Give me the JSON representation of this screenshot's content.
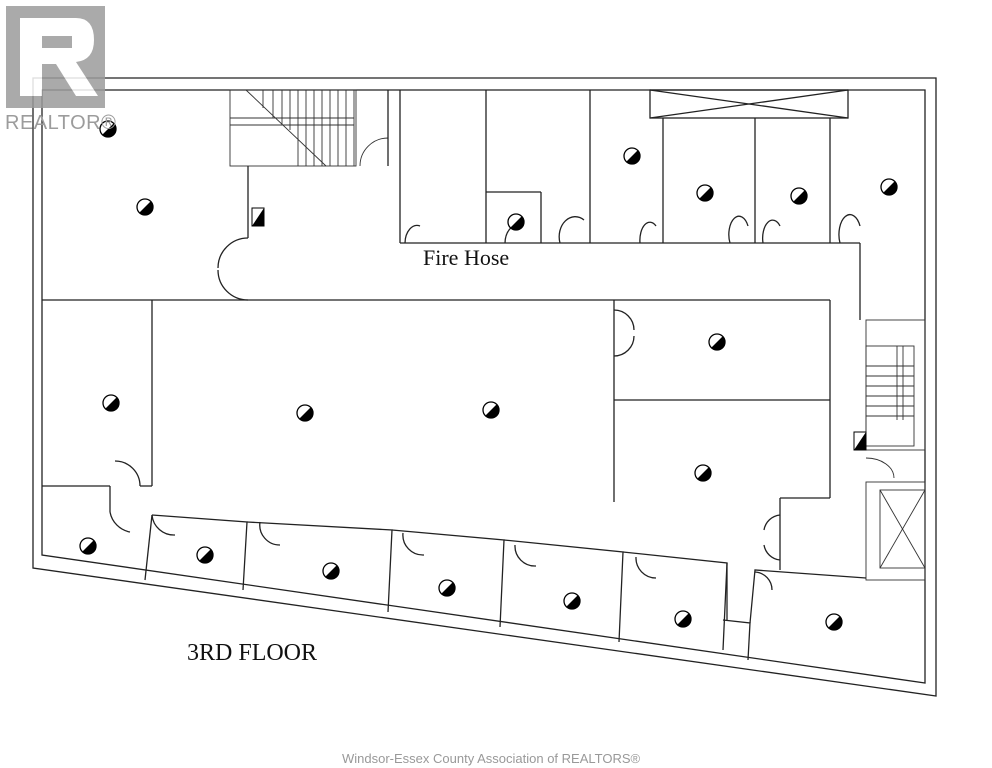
{
  "logo": {
    "text": "REALTOR®"
  },
  "plan": {
    "labels": {
      "fire_hose": "Fire Hose",
      "floor": "3RD FLOOR"
    }
  },
  "watermark": "Windsor-Essex County Association of REALTORS®"
}
